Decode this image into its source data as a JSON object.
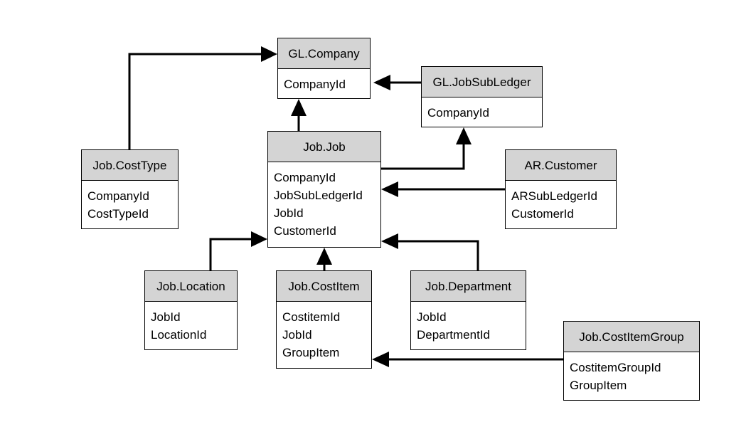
{
  "entities": {
    "gl_company": {
      "name": "GL.Company",
      "fields": [
        "CompanyId"
      ]
    },
    "gl_jobsubledger": {
      "name": "GL.JobSubLedger",
      "fields": [
        "CompanyId"
      ]
    },
    "job_job": {
      "name": "Job.Job",
      "fields": [
        "CompanyId",
        "JobSubLedgerId",
        "JobId",
        "CustomerId"
      ]
    },
    "job_costtype": {
      "name": "Job.CostType",
      "fields": [
        "CompanyId",
        "CostTypeId"
      ]
    },
    "ar_customer": {
      "name": "AR.Customer",
      "fields": [
        "ARSubLedgerId",
        "CustomerId"
      ]
    },
    "job_location": {
      "name": "Job.Location",
      "fields": [
        "JobId",
        "LocationId"
      ]
    },
    "job_costitem": {
      "name": "Job.CostItem",
      "fields": [
        "CostitemId",
        "JobId",
        "GroupItem"
      ]
    },
    "job_department": {
      "name": "Job.Department",
      "fields": [
        "JobId",
        "DepartmentId"
      ]
    },
    "job_costitemgroup": {
      "name": "Job.CostItemGroup",
      "fields": [
        "CostitemGroupId",
        "GroupItem"
      ]
    }
  },
  "relationships": [
    {
      "from": "job_costtype",
      "to": "gl_company"
    },
    {
      "from": "gl_jobsubledger",
      "to": "gl_company"
    },
    {
      "from": "job_job",
      "to": "gl_company"
    },
    {
      "from": "job_job",
      "to": "gl_jobsubledger"
    },
    {
      "from": "ar_customer",
      "to": "job_job"
    },
    {
      "from": "job_location",
      "to": "job_job"
    },
    {
      "from": "job_costitem",
      "to": "job_job"
    },
    {
      "from": "job_department",
      "to": "job_job"
    },
    {
      "from": "job_costitemgroup",
      "to": "job_costitem"
    }
  ]
}
